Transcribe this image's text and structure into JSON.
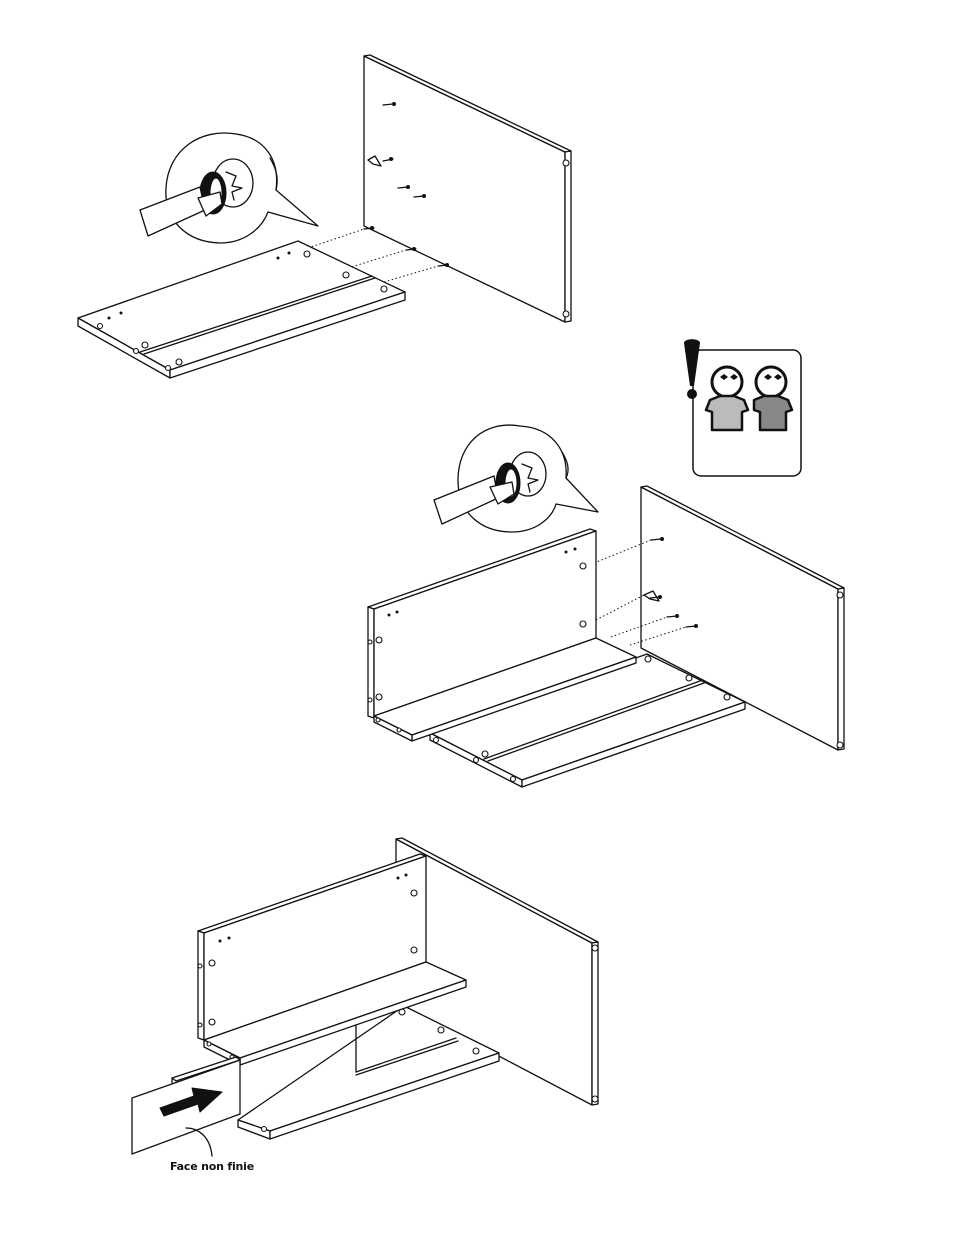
{
  "steps": [
    {
      "id": "step-1",
      "content": "bottom-panel-attached-to-side-panel-with-screws"
    },
    {
      "id": "step-2",
      "content": "second-side-panel-attached"
    },
    {
      "id": "step-3",
      "content": "back-panel-slid-into-groove"
    }
  ],
  "icons": [
    "screwdriver-detail-icon",
    "two-person-assembly-warning-icon",
    "insert-direction-arrow-icon"
  ],
  "annotations": {
    "back_panel_label": "Face non finie"
  }
}
